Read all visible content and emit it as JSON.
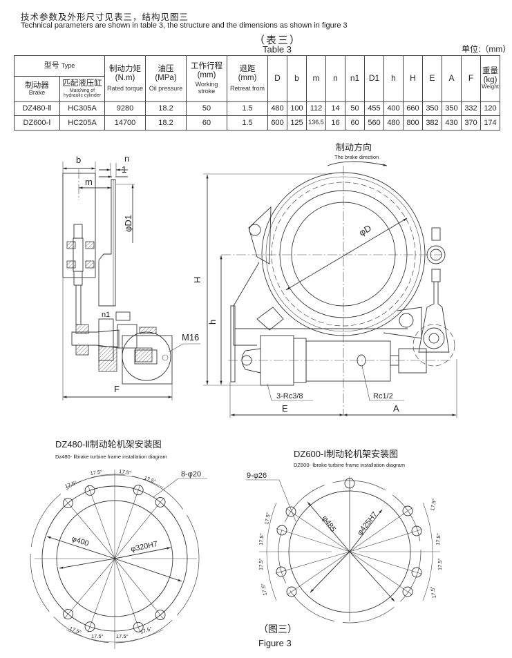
{
  "intro": {
    "cn": "技术参数及外形尺寸见表三，结构见图三",
    "en": "Technical parameters are shown in table 3, the structure and the dimensions as shown in figure 3"
  },
  "table": {
    "title_cn": "（表三）",
    "title_en": "Table 3",
    "unit": "单位:（mm）",
    "header": {
      "type_cn": "型号",
      "type_en": "Type",
      "brake_cn": "制动器",
      "brake_en": "Brake",
      "cyl_cn": "匹配液压缸",
      "cyl_en": "Matching of hydraulic cylinder",
      "torque_cn": "制动力矩",
      "torque_unit": "(N.m)",
      "torque_en": "Rated torque",
      "oil_cn": "油压",
      "oil_unit": "(MPa)",
      "oil_en": "Oil pressure",
      "stroke_cn": "工作行程",
      "stroke_unit": "(mm)",
      "stroke_en": "Working stroke",
      "retreat_cn": "退距",
      "retreat_unit": "(mm)",
      "retreat_en": "Retreat from",
      "dims": [
        "D",
        "b",
        "m",
        "n",
        "n1",
        "D1",
        "h",
        "H",
        "E",
        "A",
        "F"
      ],
      "weight_cn": "重量",
      "weight_unit": "(kg)",
      "weight_en": "Weight"
    },
    "rows": [
      [
        "DZ480-Ⅱ",
        "HC305A",
        "9280",
        "18.2",
        "50",
        "1.5",
        "480",
        "100",
        "112",
        "14",
        "50",
        "455",
        "400",
        "660",
        "350",
        "350",
        "332",
        "120"
      ],
      [
        "DZ600-Ⅰ",
        "HC205A",
        "14700",
        "18.2",
        "60",
        "1.5",
        "600",
        "125",
        "136.5",
        "16",
        "60",
        "560",
        "480",
        "800",
        "382",
        "430",
        "370",
        "174"
      ]
    ]
  },
  "figure_main": {
    "direction_cn": "制动方向",
    "direction_en": "The brake direction",
    "labels": {
      "b": "b",
      "n": "n",
      "one": "1",
      "m": "m",
      "phiD1": "φD1",
      "n1": "n1",
      "M16": "M16",
      "F": "F",
      "H": "H",
      "h": "h",
      "phiD": "φD",
      "rc38": "3-Rc3/8",
      "rc12": "Rc1/2",
      "E": "E",
      "A": "A"
    }
  },
  "diagram_left": {
    "title_cn": "DZ480-Ⅱ制动轮机架安装图",
    "title_en": "Dz480- Ⅱbrake turbine frame installation diagram",
    "holes": "8-φ20",
    "outer_dia": "φ400",
    "inner_dia": "φ320H7",
    "angle": "17.5°"
  },
  "diagram_right": {
    "title_cn": "DZ600-Ⅰ制动轮机架安装图",
    "title_en": "DZ600- Ⅰbrake turbine frame installation diagram",
    "holes": "9-φ26",
    "outer_dia": "φ485",
    "inner_dia": "φ425H7",
    "angle": "17.5°"
  },
  "figure_caption": {
    "cn": "（图三）",
    "en": "Figure 3"
  }
}
